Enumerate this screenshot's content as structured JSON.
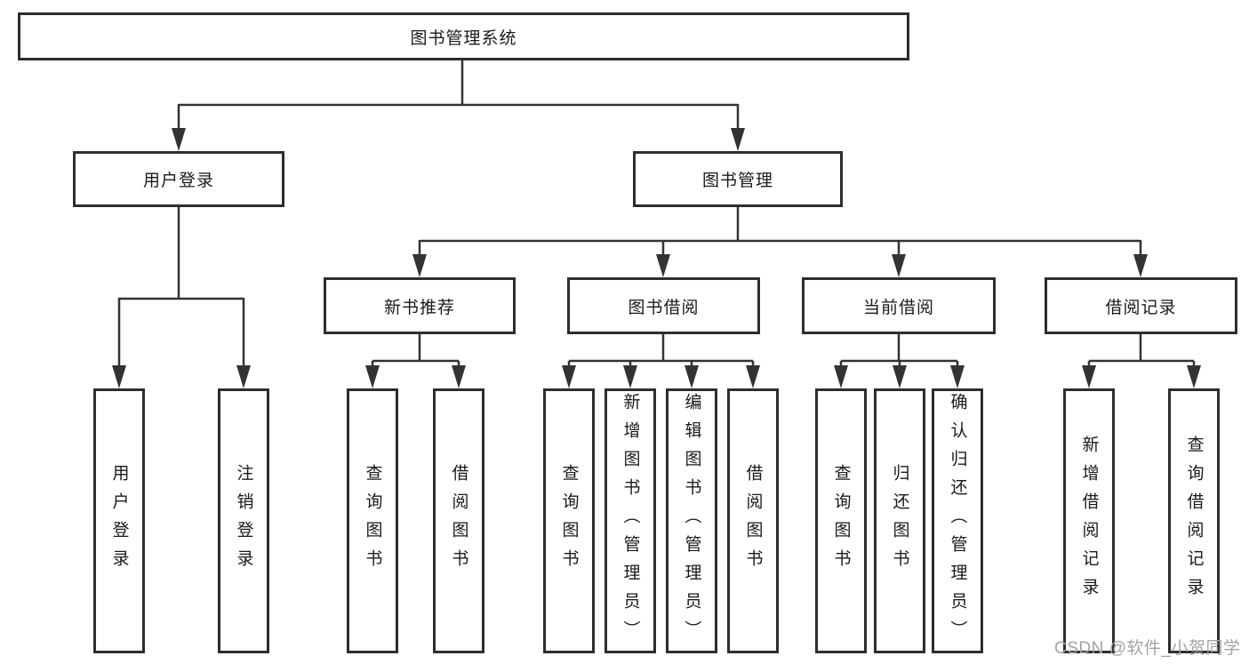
{
  "colors": {
    "line": "#333333",
    "box_border": "#2e2e2e",
    "text": "#1a1a1a",
    "watermark": "#a3a3a3",
    "background": "#ffffff"
  },
  "watermark": {
    "text": "CSDN @软件_小贺同学"
  },
  "tree": {
    "root": {
      "label": "图书管理系统"
    },
    "branches": [
      {
        "label": "用户登录",
        "children": [
          {
            "label": "用户登录"
          },
          {
            "label": "注销登录"
          }
        ]
      },
      {
        "label": "图书管理",
        "sections": [
          {
            "label": "新书推荐",
            "children": [
              {
                "label": "查询图书"
              },
              {
                "label": "借阅图书"
              }
            ]
          },
          {
            "label": "图书借阅",
            "children": [
              {
                "label": "查询图书"
              },
              {
                "label": "新增图书（管理员）"
              },
              {
                "label": "编辑图书（管理员）"
              },
              {
                "label": "借阅图书"
              }
            ]
          },
          {
            "label": "当前借阅",
            "children": [
              {
                "label": "查询图书"
              },
              {
                "label": "归还图书"
              },
              {
                "label": "确认归还（管理员）"
              }
            ]
          },
          {
            "label": "借阅记录",
            "children": [
              {
                "label": "新增借阅记录"
              },
              {
                "label": "查询借阅记录"
              }
            ]
          }
        ]
      }
    ]
  }
}
